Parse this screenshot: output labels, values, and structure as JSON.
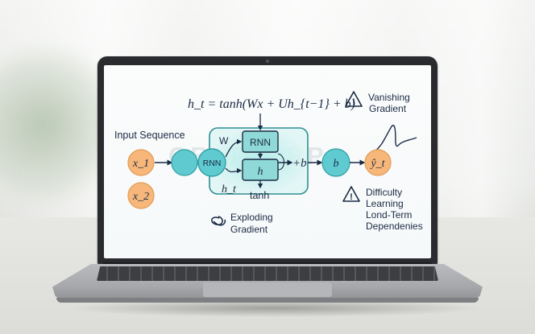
{
  "diagram": {
    "equation": "h_t = tanh(Wx + Uh_{t−1} + b)",
    "input_label": "Input Sequence",
    "inputs": [
      "x_1",
      "x_2"
    ],
    "cell": {
      "w_label": "W",
      "rnn_node": "RNN",
      "rnn_box": "RNN",
      "h_box": "h",
      "ht_label": "h_t",
      "tanh_label": "tanh"
    },
    "plus_b": "+b",
    "bias_node": "b",
    "output_node": "ŷ_t",
    "warning_vanishing": [
      "Vanishing",
      "Gradient"
    ],
    "warning_difficulty": [
      "Difficulty",
      "Learning",
      "Lond-Term",
      "Dependenies"
    ],
    "exploding": [
      "Exploding",
      "Gradient"
    ],
    "watermark": "OBLTCORP"
  },
  "colors": {
    "input_node": "#f7b77a",
    "teal_node": "#5fcbd0",
    "panel_fill": "#c6ecea",
    "ink": "#1b2b44"
  }
}
